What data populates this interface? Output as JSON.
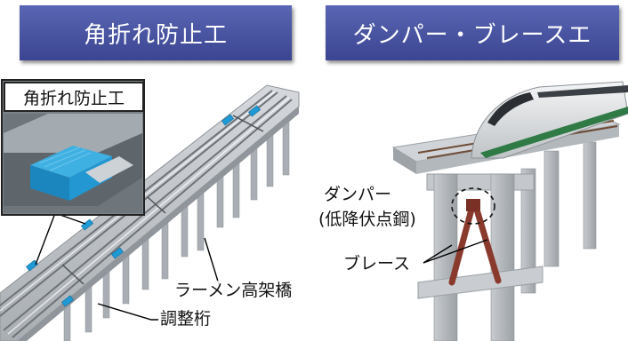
{
  "left_panel": {
    "title": "角折れ防止工",
    "inset_label": "角折れ防止工",
    "labels": {
      "rahmen": "ラーメン高架橋",
      "girder": "調整桁"
    }
  },
  "right_panel": {
    "title": "ダンパー・ブレースエ",
    "labels": {
      "damper": "ダンパー",
      "damper_sub": "(低降伏点鋼)",
      "brace": "ブレース"
    }
  },
  "colors": {
    "banner": "#4a55a2",
    "device": "#1e9ad6",
    "concrete": "#b9bec3",
    "brace": "#8a3a2c",
    "train_stripe": "#2f7a45"
  }
}
